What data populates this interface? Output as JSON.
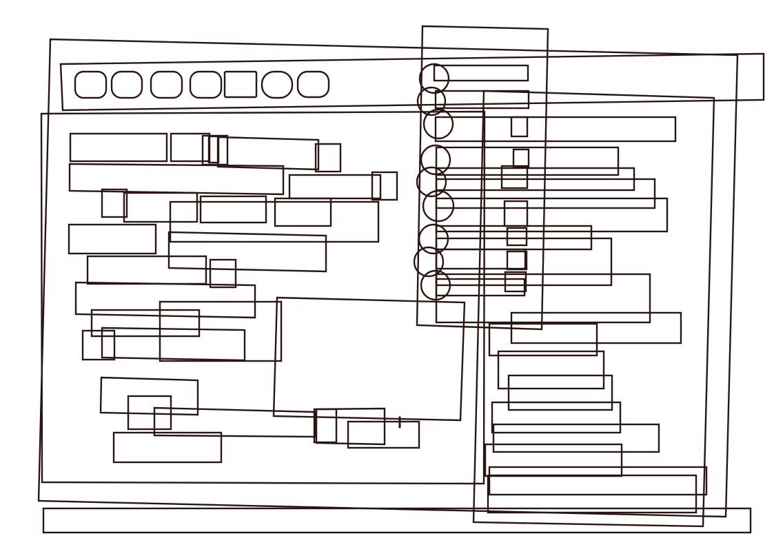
{
  "wireframe": {
    "stroke_color": "#2a1512",
    "background_color": "#ffffff",
    "text_labels": [],
    "rounded_boxes": 7,
    "circle_markers": 9,
    "rectangles": 76
  }
}
